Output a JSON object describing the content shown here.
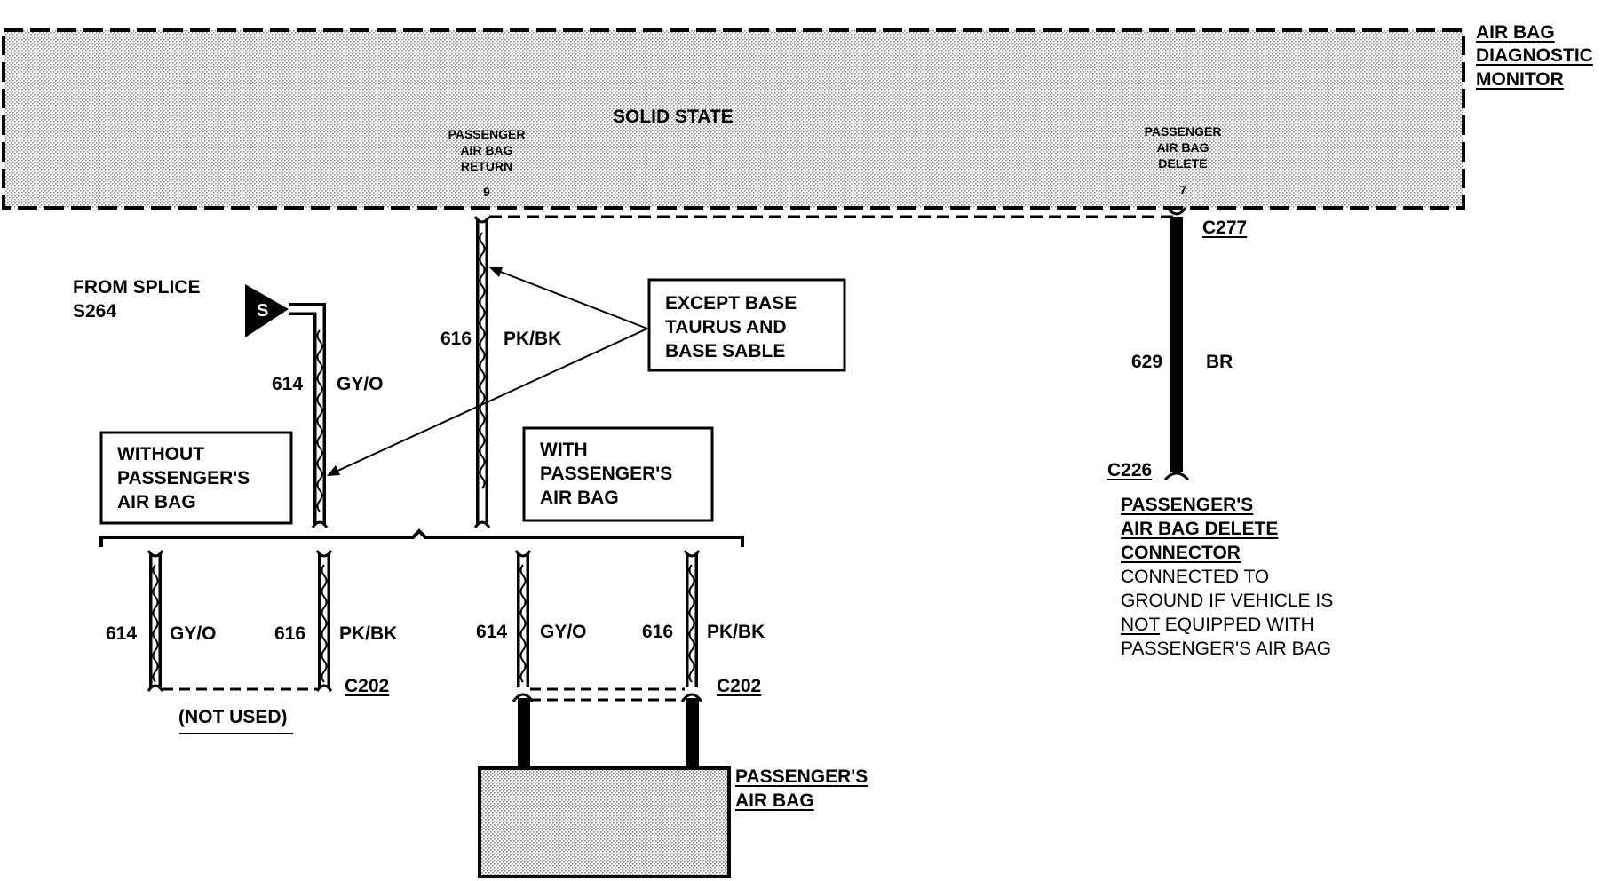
{
  "module": {
    "title_lines": [
      "AIR BAG",
      "DIAGNOSTIC",
      "MONITOR"
    ],
    "body_label": "SOLID STATE",
    "pin_return_label_lines": [
      "PASSENGER",
      "AIR BAG",
      "RETURN"
    ],
    "pin_return_number": "9",
    "pin_delete_label_lines": [
      "PASSENGER",
      "AIR BAG",
      "DELETE"
    ],
    "pin_delete_number": "7"
  },
  "splice": {
    "label_lines": [
      "FROM SPLICE",
      "S264"
    ],
    "symbol": "S"
  },
  "wires": {
    "w614": {
      "number": "614",
      "color_code": "GY/O"
    },
    "w616": {
      "number": "616",
      "color_code": "PK/BK"
    },
    "w629": {
      "number": "629",
      "color_code": "BR"
    }
  },
  "callouts": {
    "except_base_lines": [
      "EXCEPT BASE",
      "TAURUS AND",
      "BASE SABLE"
    ],
    "without_lines": [
      "WITHOUT",
      "PASSENGER'S",
      "AIR BAG"
    ],
    "with_lines": [
      "WITH",
      "PASSENGER'S",
      "AIR BAG"
    ]
  },
  "connectors": {
    "c277": "C277",
    "c226": "C226",
    "c202_left": "C202",
    "c202_right": "C202",
    "not_used": "(NOT USED)"
  },
  "delete_connector": {
    "title_lines": [
      "PASSENGER'S",
      "AIR BAG DELETE",
      "CONNECTOR"
    ],
    "note_line1": "CONNECTED TO",
    "note_line2": "GROUND IF VEHICLE IS",
    "note_not": "NOT",
    "note_line3_rest": " EQUIPPED WITH",
    "note_line4": "PASSENGER'S AIR BAG"
  },
  "passenger_air_bag": {
    "label_lines": [
      "PASSENGER'S",
      "AIR BAG"
    ]
  },
  "colors": {
    "ink": "#000000",
    "shade": "#cfcfcf",
    "paper": "#ffffff"
  }
}
